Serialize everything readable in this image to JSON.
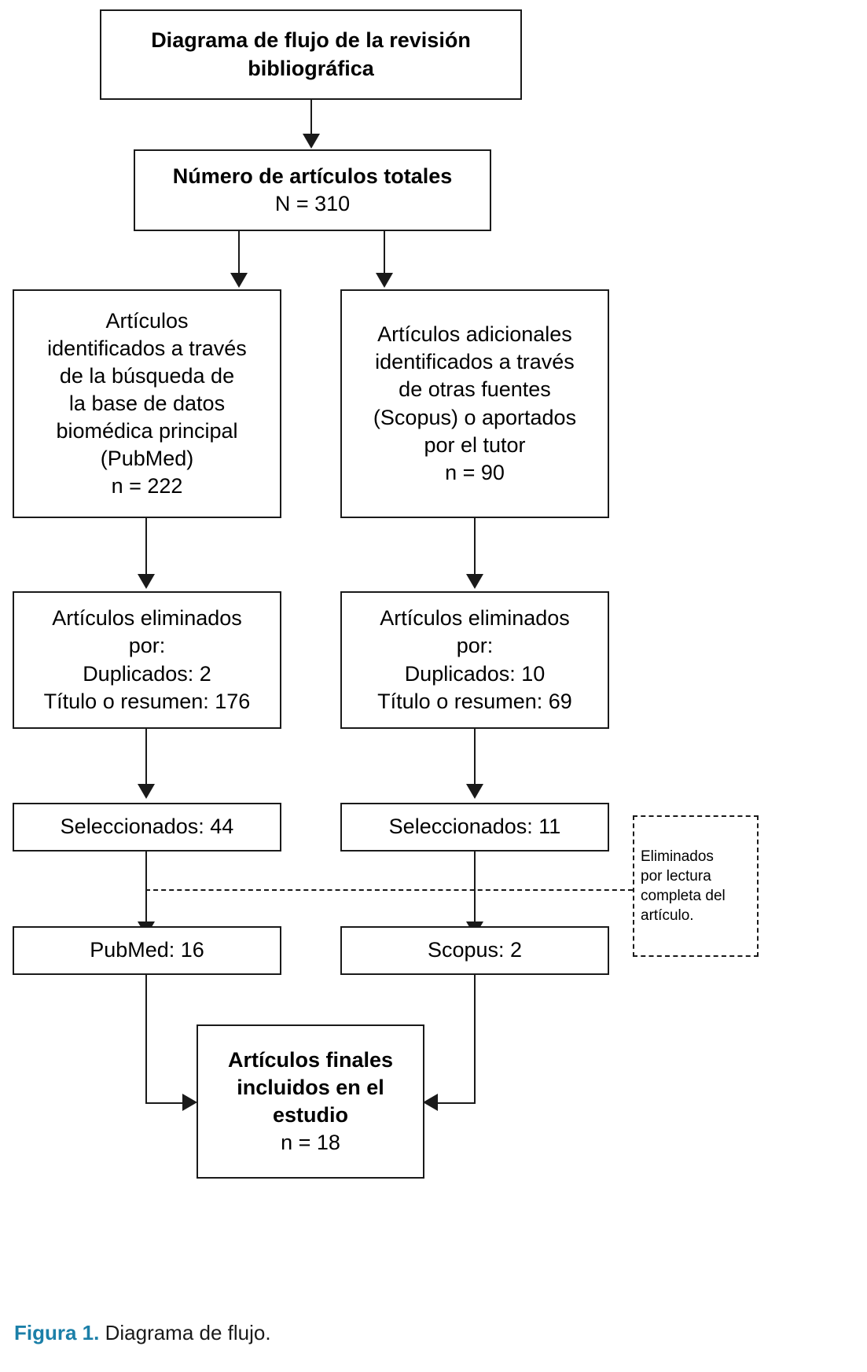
{
  "figure": {
    "label": "Figura 1.",
    "text": "Diagrama de flujo.",
    "label_color": "#1b7fa8"
  },
  "diagram": {
    "type": "flowchart",
    "title_box": {
      "line1": "Diagrama de flujo de la revisión",
      "line2": "bibliográfica"
    },
    "total_box": {
      "line1": "Número de artículos totales",
      "line2": "N = 310"
    },
    "source_left": {
      "line1": "Artículos",
      "line2": "identificados a través",
      "line3": "de la búsqueda de",
      "line4": "la base de datos",
      "line5": "biomédica principal",
      "line6": "(PubMed)",
      "line7": "n = 222"
    },
    "source_right": {
      "line1": "Artículos adicionales",
      "line2": "identificados a través",
      "line3": "de otras fuentes",
      "line4": "(Scopus) o aportados",
      "line5": "por el tutor",
      "line6": "n = 90"
    },
    "excluded_left": {
      "line1": "Artículos eliminados",
      "line2": "por:",
      "line3": "Duplicados: 2",
      "line4": "Título o resumen: 176"
    },
    "excluded_right": {
      "line1": "Artículos eliminados",
      "line2": "por:",
      "line3": "Duplicados: 10",
      "line4": "Título o resumen: 69"
    },
    "selected_left": "Seleccionados: 44",
    "selected_right": "Seleccionados: 11",
    "note_box": {
      "line1": "Eliminados",
      "line2": "por lectura",
      "line3": "completa del",
      "line4": "artículo."
    },
    "final_left": "PubMed: 16",
    "final_right": "Scopus: 2",
    "final_box": {
      "line1": "Artículos finales",
      "line2": "incluidos en el",
      "line3": "estudio",
      "line4": "n = 18"
    }
  }
}
